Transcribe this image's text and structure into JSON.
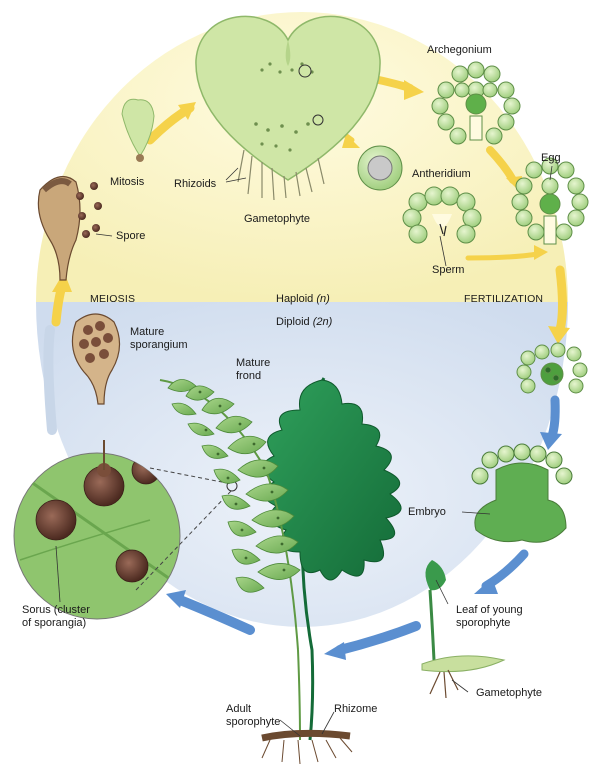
{
  "ploidy": {
    "haploid": "Haploid (n)",
    "diploid": "Diploid (2n)"
  },
  "processes": {
    "meiosis": "MEIOSIS",
    "fertilization": "FERTILIZATION",
    "mitosis": "Mitosis"
  },
  "structures": {
    "archegonium": "Archegonium",
    "egg": "Egg",
    "antheridium": "Antheridium",
    "sperm": "Sperm",
    "rhizoids": "Rhizoids",
    "gametophyte": "Gametophyte",
    "spore": "Spore",
    "mature_sporangium_line1": "Mature",
    "mature_sporangium_line2": "sporangium",
    "mature_frond_line1": "Mature",
    "mature_frond_line2": "frond",
    "embryo": "Embryo",
    "leaf_young_line1": "Leaf of young",
    "leaf_young_line2": "sporophyte",
    "gametophyte_small": "Gametophyte",
    "sorus_line1": "Sorus (cluster",
    "sorus_line2": "of sporangia)",
    "adult_line1": "Adult",
    "adult_line2": "sporophyte",
    "rhizome": "Rhizome"
  },
  "colors": {
    "haploid_bg": "#fbf7cf",
    "diploid_bg": "#dfe7f3",
    "arrow_yellow": "#f5d24a",
    "arrow_blue": "#5b8fd0",
    "gametophyte_green": "#cfe6a6",
    "leaf_dark": "#1f8a4a",
    "leaf_light": "#8fc56e",
    "sorus_brown": "#6b3b2a"
  }
}
